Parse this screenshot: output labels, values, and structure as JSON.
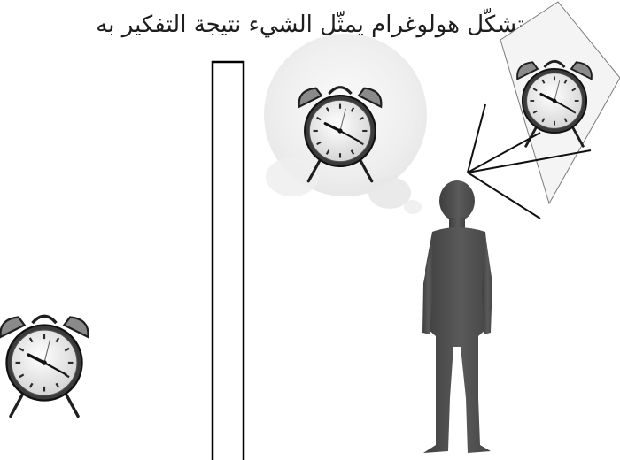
{
  "caption": {
    "text": "تشكّل هولوغرام يمثّل الشيء نتيجة التفكير به"
  },
  "colors": {
    "ink": "#1e1e1e",
    "wall": "#000000",
    "silhouette": "#4f4f4f",
    "clock_face": "#d6d6d6",
    "thought_cloud": "#eeeeee",
    "background": "#ffffff"
  },
  "elements": {
    "real_clock": "alarm-clock-icon",
    "thought_clock": "alarm-clock-icon",
    "hologram_clock": "alarm-clock-icon",
    "person": "person-silhouette",
    "wall": "wall-barrier",
    "projection": "projection-rays"
  }
}
